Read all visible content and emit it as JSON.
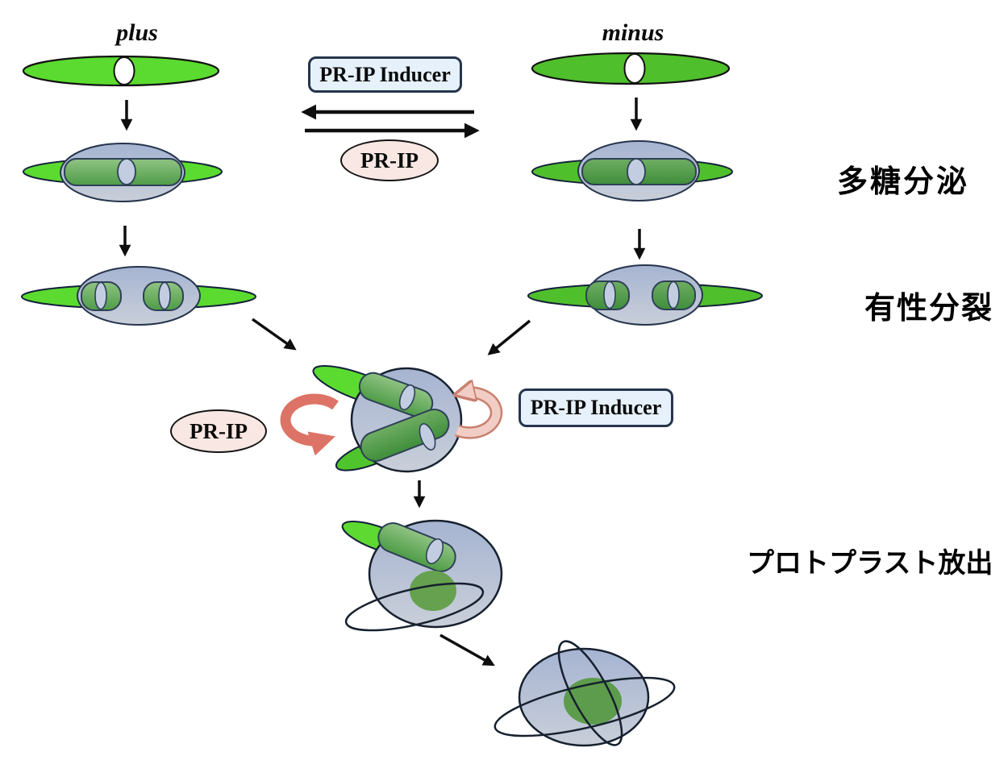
{
  "diagram": {
    "mating_types": {
      "plus": "plus",
      "minus": "minus"
    },
    "molecules": {
      "inducer": "PR-IP Inducer",
      "pr_ip": "PR-IP"
    },
    "stages": [
      {
        "label": "多糖分泌"
      },
      {
        "label": "有性分裂"
      },
      {
        "label": "プロトプラスト放出"
      }
    ],
    "colors": {
      "plus_green": "#5BDB2F",
      "minus_green": "#50BF2C",
      "mucilage_top": "#A6B4D2",
      "mucilage_bottom": "#C9CFD9",
      "inducer_box_fill": "#E6F1FB",
      "inducer_box_border": "#26354D",
      "pr_ip_fill": "#F8E7E3",
      "pr_ip_arrow": "#DC7366",
      "inducer_arrow": "#F2CDC5",
      "protoplast_green": "#66A14F",
      "zygote_green": "#5D9C4C"
    }
  }
}
